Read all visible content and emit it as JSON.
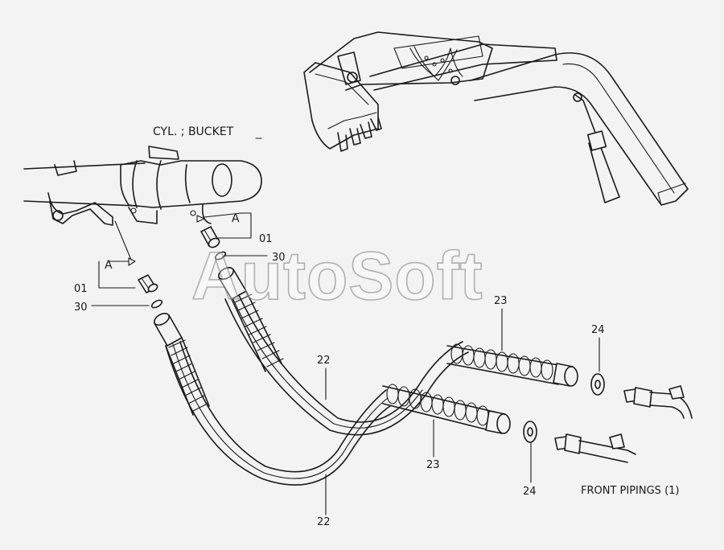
{
  "title": "CYL. ; BUCKET",
  "caption": "FRONT PIPINGS (1)",
  "watermark": "AutoSoft",
  "view_marker": "A",
  "callouts": {
    "part_01_top": "01",
    "part_30_top": "30",
    "part_01_left": "01",
    "part_30_left": "30",
    "part_22_upper": "22",
    "part_22_lower": "22",
    "part_23_upper": "23",
    "part_23_lower": "23",
    "part_24_upper": "24",
    "part_24_lower": "24"
  }
}
